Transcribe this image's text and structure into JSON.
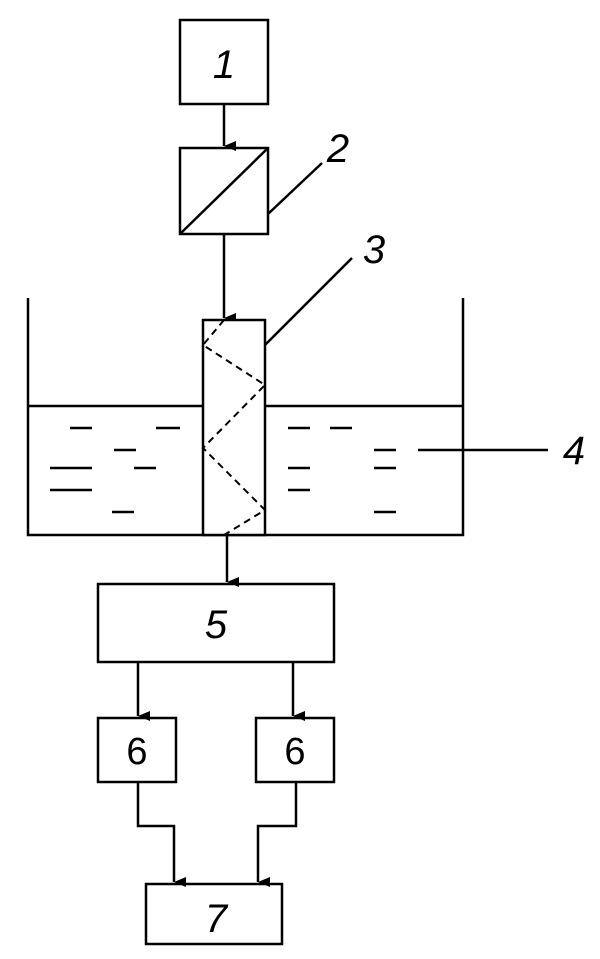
{
  "diagram": {
    "block_1": {
      "label": "1"
    },
    "block_2": {
      "label": "2"
    },
    "fiber_3": {
      "label": "3"
    },
    "liquid_4": {
      "label": "4"
    },
    "block_5": {
      "label": "5"
    },
    "block_6a": {
      "label": "6"
    },
    "block_6b": {
      "label": "6"
    },
    "block_7": {
      "label": "7"
    }
  },
  "colors": {
    "line": "#000000",
    "background": "#ffffff"
  }
}
